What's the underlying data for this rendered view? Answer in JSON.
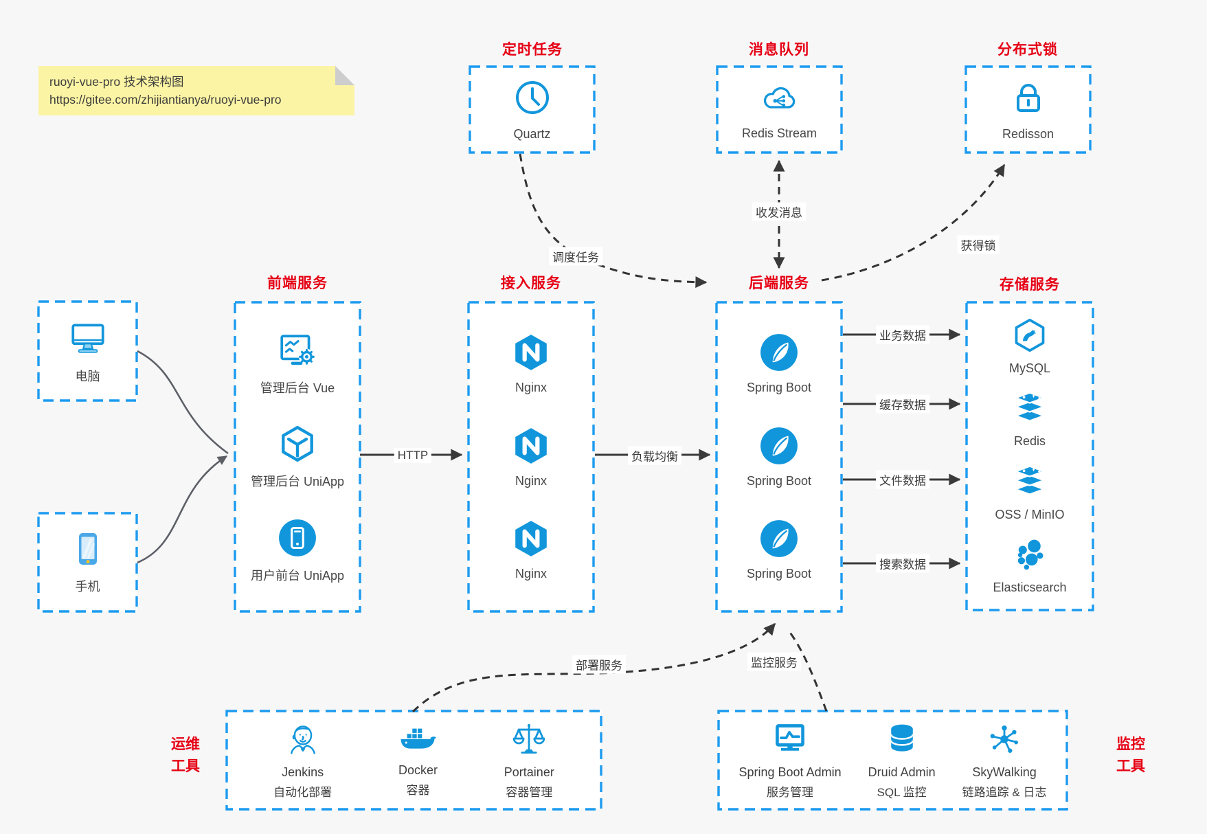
{
  "colors": {
    "icon_blue": "#1296db",
    "border_blue": "#1c9bef",
    "title_red": "#e60014",
    "arrow_dark": "#3a3a3a",
    "note_bg": "#fbf4a4"
  },
  "note": {
    "line1": "ruoyi-vue-pro 技术架构图",
    "line2": "https://gitee.com/zhijiantianya/ruoyi-vue-pro"
  },
  "top_groups": [
    {
      "title": "定时任务",
      "item": "Quartz",
      "icon": "clock-icon"
    },
    {
      "title": "消息队列",
      "item": "Redis Stream",
      "icon": "cloud-mq-icon"
    },
    {
      "title": "分布式锁",
      "item": "Redisson",
      "icon": "lock-icon"
    }
  ],
  "clients": [
    {
      "label": "电脑",
      "icon": "desktop-icon"
    },
    {
      "label": "手机",
      "icon": "smartphone-icon"
    }
  ],
  "columns": [
    {
      "title": "前端服务",
      "items": [
        {
          "label": "管理后台 Vue"
        },
        {
          "label": "管理后台 UniApp"
        },
        {
          "label": "用户前台 UniApp"
        }
      ]
    },
    {
      "title": "接入服务",
      "items": [
        {
          "label": "Nginx"
        },
        {
          "label": "Nginx"
        },
        {
          "label": "Nginx"
        }
      ]
    },
    {
      "title": "后端服务",
      "items": [
        {
          "label": "Spring Boot"
        },
        {
          "label": "Spring Boot"
        },
        {
          "label": "Spring Boot"
        }
      ]
    },
    {
      "title": "存储服务",
      "items": [
        {
          "label": "MySQL"
        },
        {
          "label": "Redis"
        },
        {
          "label": "OSS / MinIO"
        },
        {
          "label": "Elasticsearch"
        }
      ]
    }
  ],
  "edge_labels": {
    "http": "HTTP",
    "load_balance": "负载均衡",
    "business_data": "业务数据",
    "cache_data": "缓存数据",
    "file_data": "文件数据",
    "search_data": "搜索数据",
    "schedule": "调度任务",
    "messages": "收发消息",
    "get_lock": "获得锁",
    "deploy": "部署服务",
    "monitor": "监控服务"
  },
  "bottom_groups": [
    {
      "side_title_line1": "运维",
      "side_title_line2": "工具",
      "items": [
        {
          "name": "Jenkins",
          "desc": "自动化部署"
        },
        {
          "name": "Docker",
          "desc": "容器"
        },
        {
          "name": "Portainer",
          "desc": "容器管理"
        }
      ]
    },
    {
      "side_title_line1": "监控",
      "side_title_line2": "工具",
      "items": [
        {
          "name": "Spring Boot Admin",
          "desc": "服务管理"
        },
        {
          "name": "Druid Admin",
          "desc": "SQL 监控"
        },
        {
          "name": "SkyWalking",
          "desc": "链路追踪 & 日志"
        }
      ]
    }
  ]
}
